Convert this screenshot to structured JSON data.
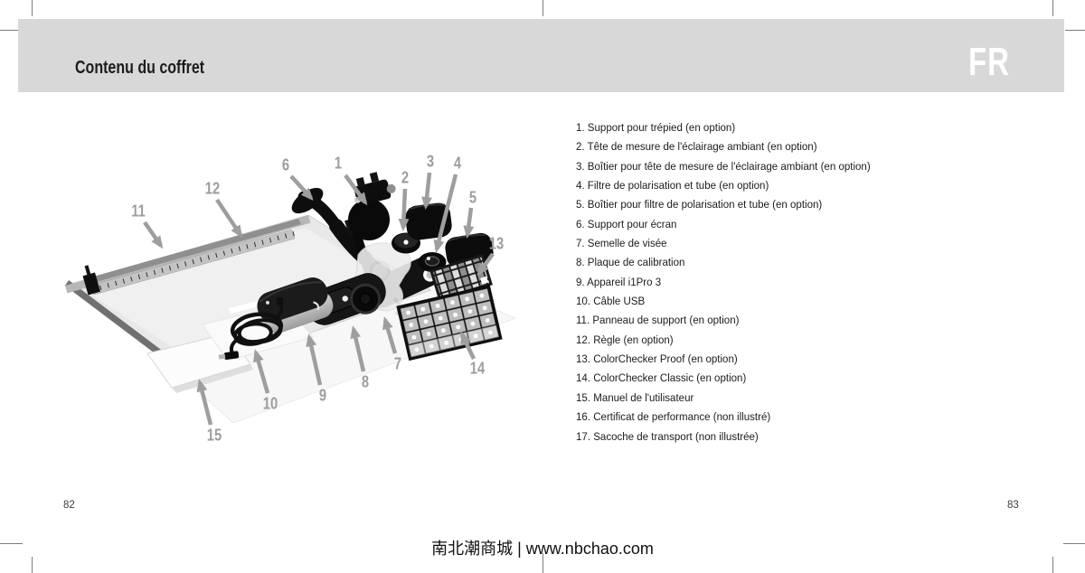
{
  "header": {
    "title": "Contenu du coffret",
    "lang": "FR"
  },
  "list": {
    "items": [
      "1. Support pour trépied (en option)",
      "2. Tête de mesure de l'éclairage ambiant (en option)",
      "3. Boîtier pour tête de mesure de l'éclairage ambiant (en option)",
      "4. Filtre de polarisation et tube (en option)",
      "5. Boîtier pour filtre de polarisation et tube (en option)",
      "6. Support pour écran",
      "7. Semelle de visée",
      "8. Plaque de calibration",
      "9. Appareil i1Pro 3",
      "10. Câble USB",
      "11. Panneau de support (en option)",
      "12. Règle (en option)",
      "13. ColorChecker Proof (en option)",
      "14. ColorChecker Classic (en option)",
      "15. Manuel de l'utilisateur",
      "16. Certificat de performance (non illustré)",
      "17. Sacoche de transport (non illustrée)"
    ]
  },
  "figure": {
    "callouts": [
      "1",
      "2",
      "3",
      "4",
      "5",
      "6",
      "7",
      "8",
      "9",
      "10",
      "11",
      "12",
      "13",
      "14",
      "15"
    ]
  },
  "footer": {
    "page_left": "82",
    "page_right": "83",
    "watermark": "南北潮商城 | www.nbchao.com"
  },
  "colors": {
    "header_bg": "#d8d8d8",
    "callout_gray": "#9d9d9d",
    "text": "#1b1b1b"
  }
}
